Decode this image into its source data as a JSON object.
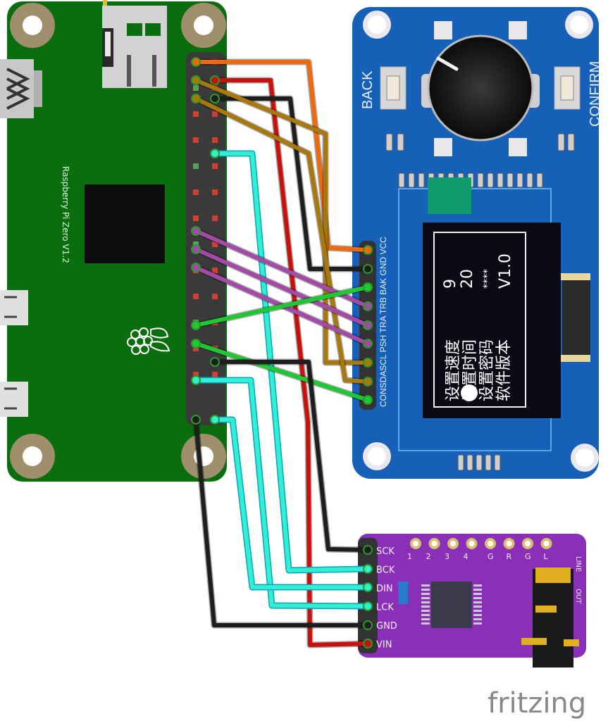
{
  "pi": {
    "label": "Raspberry Pi Zero V1.2",
    "board_color": "#0a6e0f",
    "header_rows": 13
  },
  "encoder": {
    "buttons": {
      "back": "BACK",
      "confirm": "CONFIRM"
    },
    "pin_labels": [
      "VCC",
      "GND",
      "BAK",
      "TRB",
      "TRA",
      "PSH",
      "SCL",
      "SDA",
      "CON"
    ],
    "pin_label_string": "CONSDASCL PSH TRA TRB BAK GND VCC",
    "oled": {
      "values": [
        "9",
        "20",
        "****",
        "V1.0"
      ],
      "menu": [
        "设置速度",
        "设置时间",
        "设置密码",
        "软件版本"
      ]
    },
    "board_color": "#1660b8"
  },
  "dac": {
    "pin_labels": [
      "SCK",
      "BCK",
      "DIN",
      "LCK",
      "GND",
      "VIN"
    ],
    "top_labels": [
      "1",
      "2",
      "3",
      "4",
      "G",
      "R",
      "G",
      "L"
    ],
    "side_labels": [
      "LINE",
      "OUT"
    ],
    "board_color": "#8a2fb8"
  },
  "wires": {
    "colors": {
      "orange": "#f06a0a",
      "red": "#c8100c",
      "black": "#1e1e1e",
      "mustard": "#a8780c",
      "cyan": "#30f0d0",
      "cyan_edge": "#0aa0c8",
      "purple": "#a24aa6",
      "green": "#1ec832"
    }
  },
  "watermark": {
    "text": "fritzing"
  }
}
